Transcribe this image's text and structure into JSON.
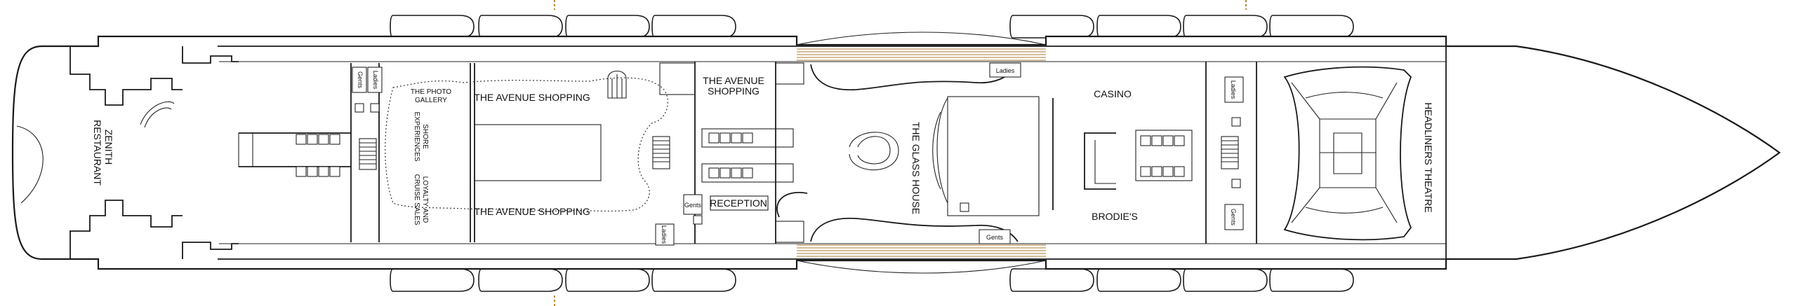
{
  "deck_plan": {
    "venues": {
      "zenith_restaurant": [
        "ZENITH",
        "RESTAURANT"
      ],
      "photo_gallery": [
        "THE PHOTO",
        "GALLERY"
      ],
      "shore_experiences": [
        "SHORE",
        "EXPERIENCES"
      ],
      "loyalty_cruise_sales": [
        "LOYALTY AND",
        "CRUISE SALES"
      ],
      "avenue_shopping_top": "THE AVENUE SHOPPING",
      "avenue_shopping_bottom": "THE AVENUE SHOPPING",
      "avenue_shopping_mid": [
        "THE AVENUE",
        "SHOPPING"
      ],
      "reception": "RECEPTION",
      "glass_house": "THE GLASS HOUSE",
      "casino": "CASINO",
      "brodies": "BRODIE'S",
      "headliners_theatre": "HEADLINERS THEATRE"
    },
    "restrooms": {
      "gents_1": "Gents",
      "ladies_1": "Ladies",
      "gents_2": "Gents",
      "ladies_2": "Ladies",
      "ladies_3": "Ladies",
      "gents_3": "Gents",
      "ladies_4": "Ladies",
      "gents_4": "Gents"
    },
    "colors": {
      "outline": "#1a1a1a",
      "deck_planking": "#c9a577",
      "marker": "#b8893a"
    }
  }
}
